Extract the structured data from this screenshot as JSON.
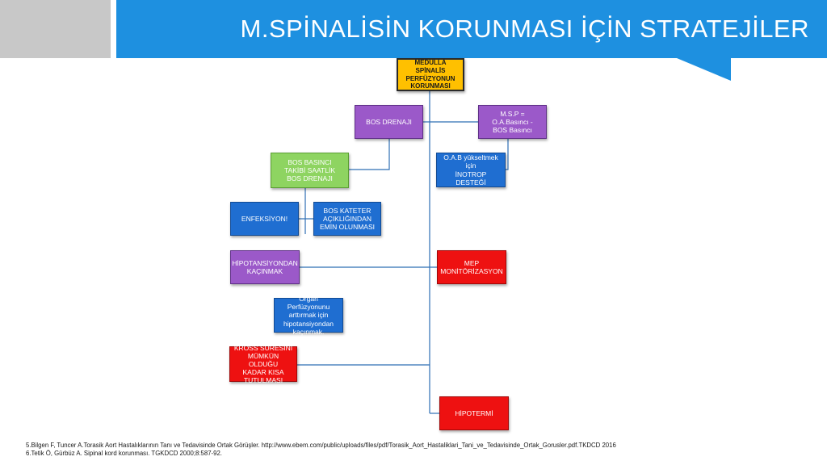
{
  "slide": {
    "title": "M.SPİNALİSİN KORUNMASI İÇİN STRATEJİLER",
    "colors": {
      "header_blue": "#1e90e0",
      "accent_gray": "#c8c8c8"
    }
  },
  "diagram": {
    "root": "MEDULLA  SPİNALİS\nPERFÜZYONUN\nKORUNMASI",
    "nodes": {
      "bos_drenaji": "BOS DRENAJI",
      "msp": "M.S.P = O.A.Basıncı -\nBOS Basıncı",
      "oab": "O.A.B yükseltmek için\nİNOTROP   DESTEĞİ",
      "bos_basinci": "BOS BASINCI\nTAKİBİ SAATLİK\nBOS DRENAJI",
      "enfeksiyon": "ENFEKSİYON!",
      "bos_kateter": "BOS KATETER\nAÇIKLIĞINDAN\nEMİN   OLUNMASI",
      "hipotansiyon": "HİPOTANSİYONDAN\nKAÇINMAK",
      "mep": "MEP\nMONİTÖRİZASYON",
      "organ": "Organ Perfüzyonunu\narttırmak için\nhipotansiyondan\nkaçınmak.",
      "kross": "KROSS SÜRESİNİ\nMÜMKÜN   OLDUĞU\nKADAR KISA\nTUTULMASI",
      "hipotermi": "HİPOTERMİ"
    }
  },
  "footnotes": [
    "5.Bilgen F, Tuncer A.Torasik Aort Hastalıklarının  Tanı ve Tedavisinde Ortak Görüşler.  http://www.ebem.com/public/uploads/files/pdf/Torasik_Aort_Hastaliklari_Tani_ve_Tedavisinde_Ortak_Gorusler.pdf.TKDCD 2016",
    "6.Tetik Ö, Gürbüz A. Sipinal kord korunması. TGKDCD  2000;8:587-92."
  ]
}
